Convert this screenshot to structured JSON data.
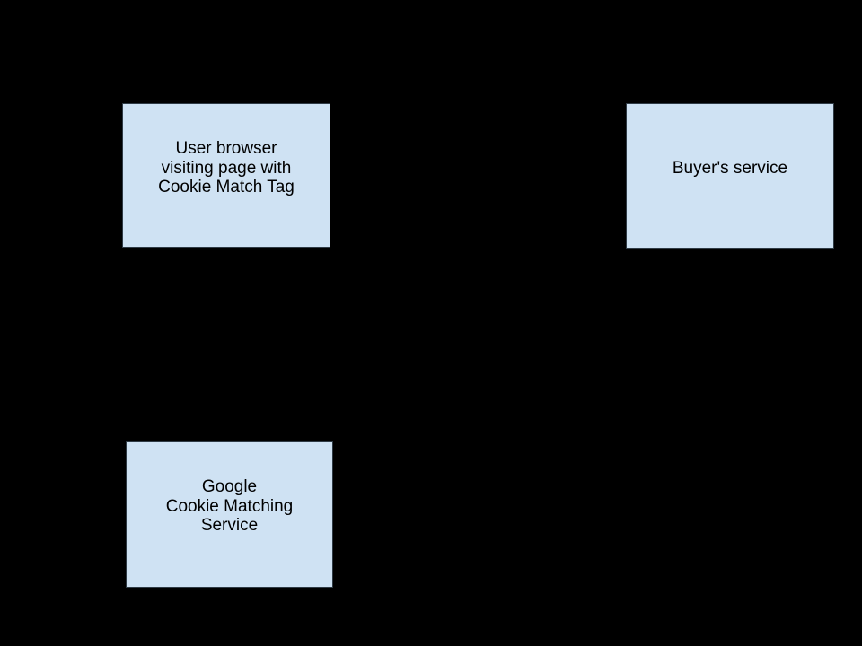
{
  "canvas": {
    "background": "#000000"
  },
  "nodes": [
    {
      "id": "user-browser",
      "label": "User browser\nvisiting page with\nCookie Match Tag",
      "fill": "#cfe2f3",
      "border": "#2f3b45",
      "text_color": "#000000"
    },
    {
      "id": "buyers-service",
      "label": "Buyer's service",
      "fill": "#cfe2f3",
      "border": "#2f3b45",
      "text_color": "#000000"
    },
    {
      "id": "google-cookie-matching-service",
      "label": "Google\nCookie Matching\nService",
      "fill": "#cfe2f3",
      "border": "#2f3b45",
      "text_color": "#000000"
    }
  ]
}
